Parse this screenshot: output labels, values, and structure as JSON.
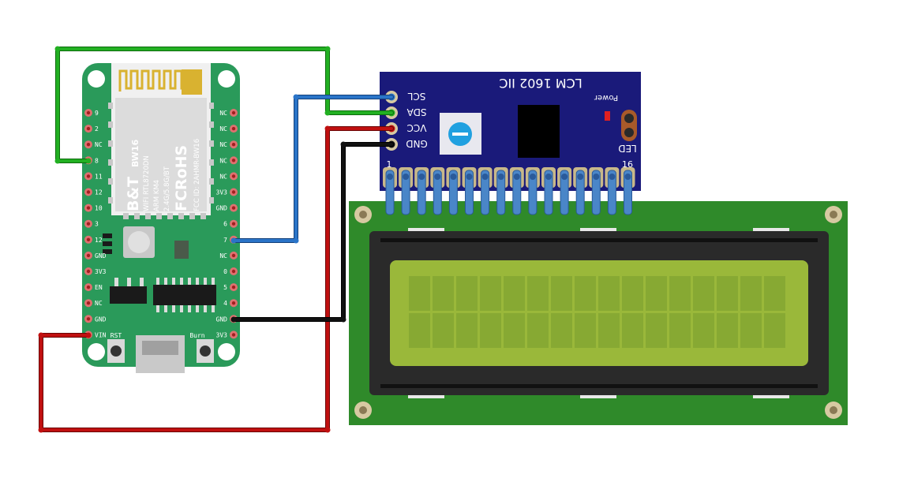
{
  "board": {
    "brand": "B&T",
    "model": "BW16",
    "chip": "WIFI RTL8720DN",
    "arch": "ARM KM4",
    "bands": "2.4G/5.8G/BT",
    "cert": "FCRoHS",
    "fcc": "FCC ID: 2AHMR-BW16",
    "left_pins": [
      "9",
      "2",
      "NC",
      "8",
      "11",
      "12",
      "10",
      "3",
      "12",
      "GND",
      "3V3",
      "EN",
      "NC",
      "GND",
      "VIN"
    ],
    "right_pins": [
      "NC",
      "NC",
      "NC",
      "NC",
      "NC",
      "3V3",
      "GND",
      "6",
      "7",
      "NC",
      "0",
      "5",
      "4",
      "GND",
      "3V3"
    ],
    "rst_label": "RST",
    "burn_label": "Burn"
  },
  "i2c_module": {
    "title": "LCM 1602 IIC",
    "power_label": "Power",
    "led_label": "LED",
    "pins": [
      "SCL",
      "SDA",
      "VCC",
      "GND"
    ],
    "pin_first": "1",
    "pin_last": "16"
  },
  "colors": {
    "board_pcb": "#2a9a5a",
    "module_pcb": "#1a1a7a",
    "lcd_pcb": "#2f8a2a",
    "lcd_screen": "#9ab83a",
    "wire_green": "#22b022",
    "wire_blue": "#2a74c8",
    "wire_red": "#c01010",
    "wire_black": "#111111"
  }
}
